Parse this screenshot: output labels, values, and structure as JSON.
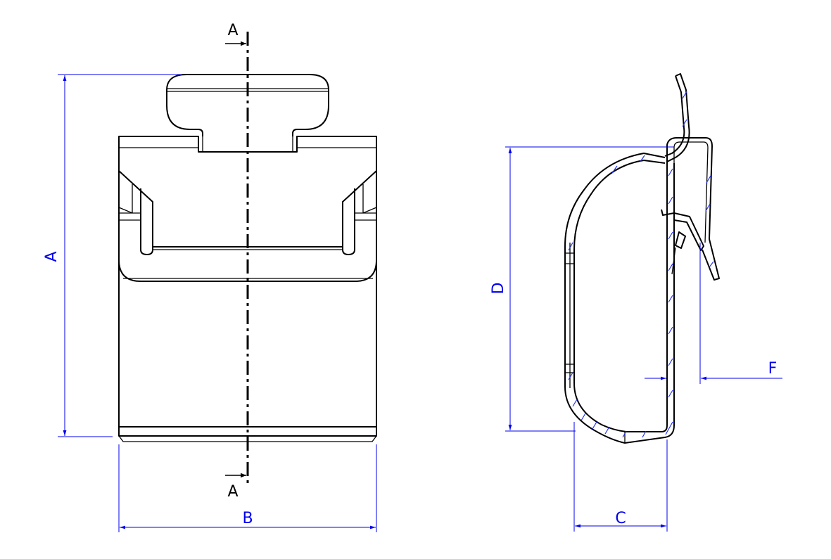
{
  "drawing": {
    "section_marker": "A",
    "dimensions": {
      "height_overall": "A",
      "width": "B",
      "side_depth": "C",
      "side_height": "D",
      "clip_gap": "F"
    },
    "colors": {
      "outline": "#000000",
      "dimension": "#0000ee",
      "hatch": "#2233ee"
    }
  }
}
